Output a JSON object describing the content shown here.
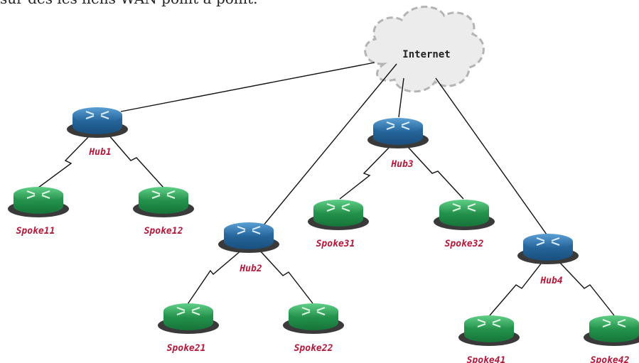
{
  "caption": "sur des les liens WAN point à point.",
  "cloud": {
    "label": "Internet"
  },
  "colors": {
    "hub": "#2f78b0",
    "spoke": "#2aa55a",
    "label": "#b5173a",
    "link": "#111111",
    "cloud": "#ececec"
  },
  "nodes": {
    "hub1": "Hub1",
    "hub2": "Hub2",
    "hub3": "Hub3",
    "hub4": "Hub4",
    "spoke11": "Spoke11",
    "spoke12": "Spoke12",
    "spoke21": "Spoke21",
    "spoke22": "Spoke22",
    "spoke31": "Spoke31",
    "spoke32": "Spoke32",
    "spoke41": "Spoke41",
    "spoke42": "Spoke42"
  }
}
